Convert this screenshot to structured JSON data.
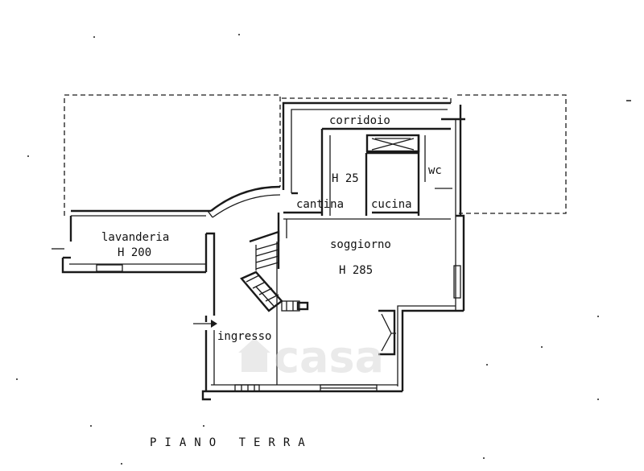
{
  "plan": {
    "title": "PIANO TERRA",
    "rooms": {
      "corridoio": "corridoio",
      "wc": "wc",
      "h25": "H 25",
      "cantina": "cantina",
      "cucina": "cucina",
      "lavanderia": "lavanderia",
      "h200": "H 200",
      "soggiorno": "soggiorno",
      "h285": "H 285",
      "ingresso": "ingresso"
    }
  },
  "watermark": {
    "text": "casa",
    "icon": "casa-house-logo-icon"
  },
  "colors": {
    "ink": "#1a1a1a",
    "paper": "#ffffff",
    "watermark": "#d9d9d9"
  }
}
